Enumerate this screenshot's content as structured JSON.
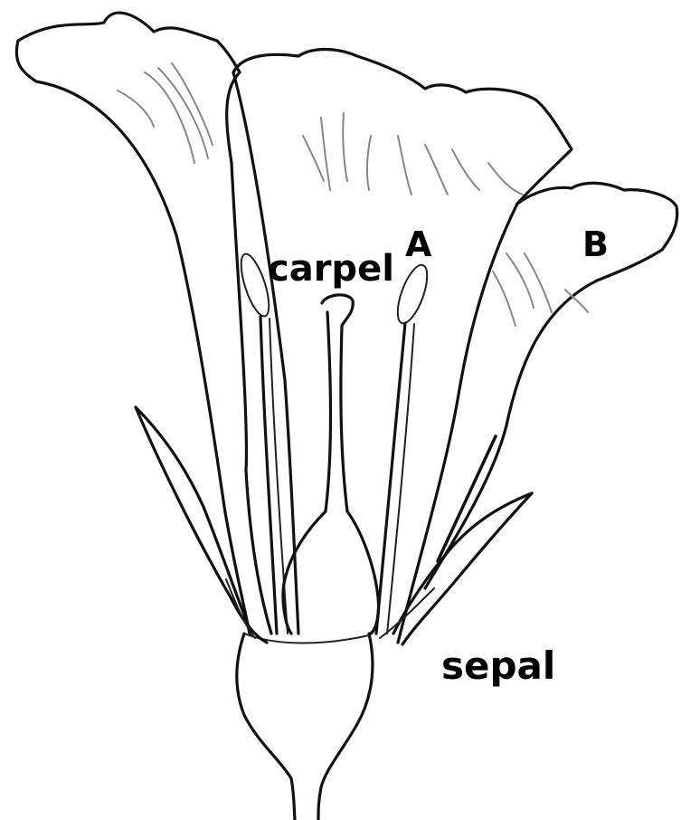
{
  "diagram": {
    "labels": {
      "carpel": "carpel",
      "a": "A",
      "b": "B",
      "sepal": "sepal"
    },
    "colors": {
      "ink": "#111111",
      "vein": "#888888",
      "background": "#ffffff"
    }
  }
}
